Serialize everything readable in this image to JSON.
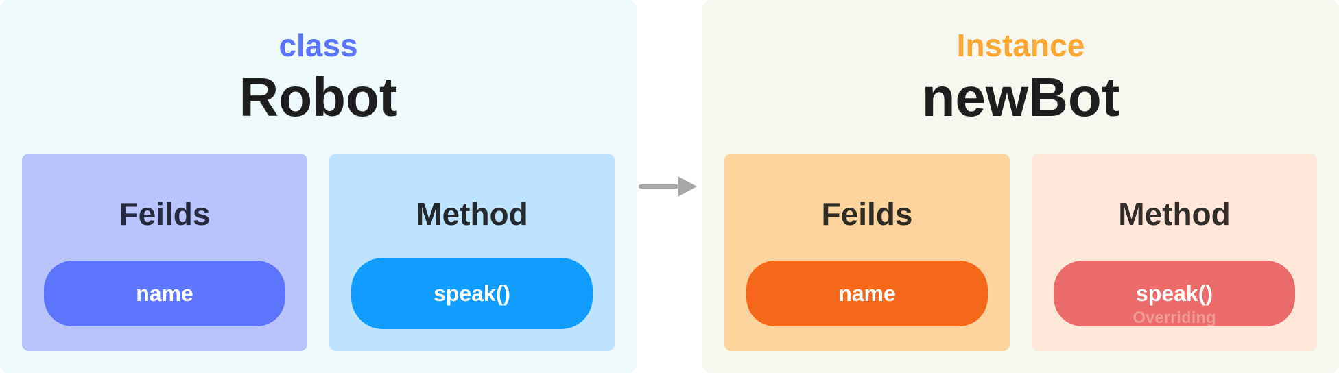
{
  "class_panel": {
    "kind_label": "class",
    "title": "Robot",
    "fields_box": {
      "label": "Feilds",
      "item": "name"
    },
    "method_box": {
      "label": "Method",
      "item": "speak()"
    }
  },
  "instance_panel": {
    "kind_label": "Instance",
    "title": "newBot",
    "fields_box": {
      "label": "Feilds",
      "item": "name"
    },
    "method_box": {
      "label": "Method",
      "item": "speak()",
      "note": "Overriding"
    }
  },
  "colors": {
    "class_kind": "#5b73ff",
    "class_fields_box": "#b9c3fc",
    "class_fields_pill": "#5d75fd",
    "class_method_box": "#bde3fd",
    "class_method_pill": "#0f9cfe",
    "instance_kind": "#fba731",
    "instance_fields_box": "#fcd39d",
    "instance_fields_pill": "#f66819",
    "instance_method_box": "#fee7d9",
    "instance_method_pill": "#eb6b6b",
    "arrow": "#a8a8a8"
  }
}
